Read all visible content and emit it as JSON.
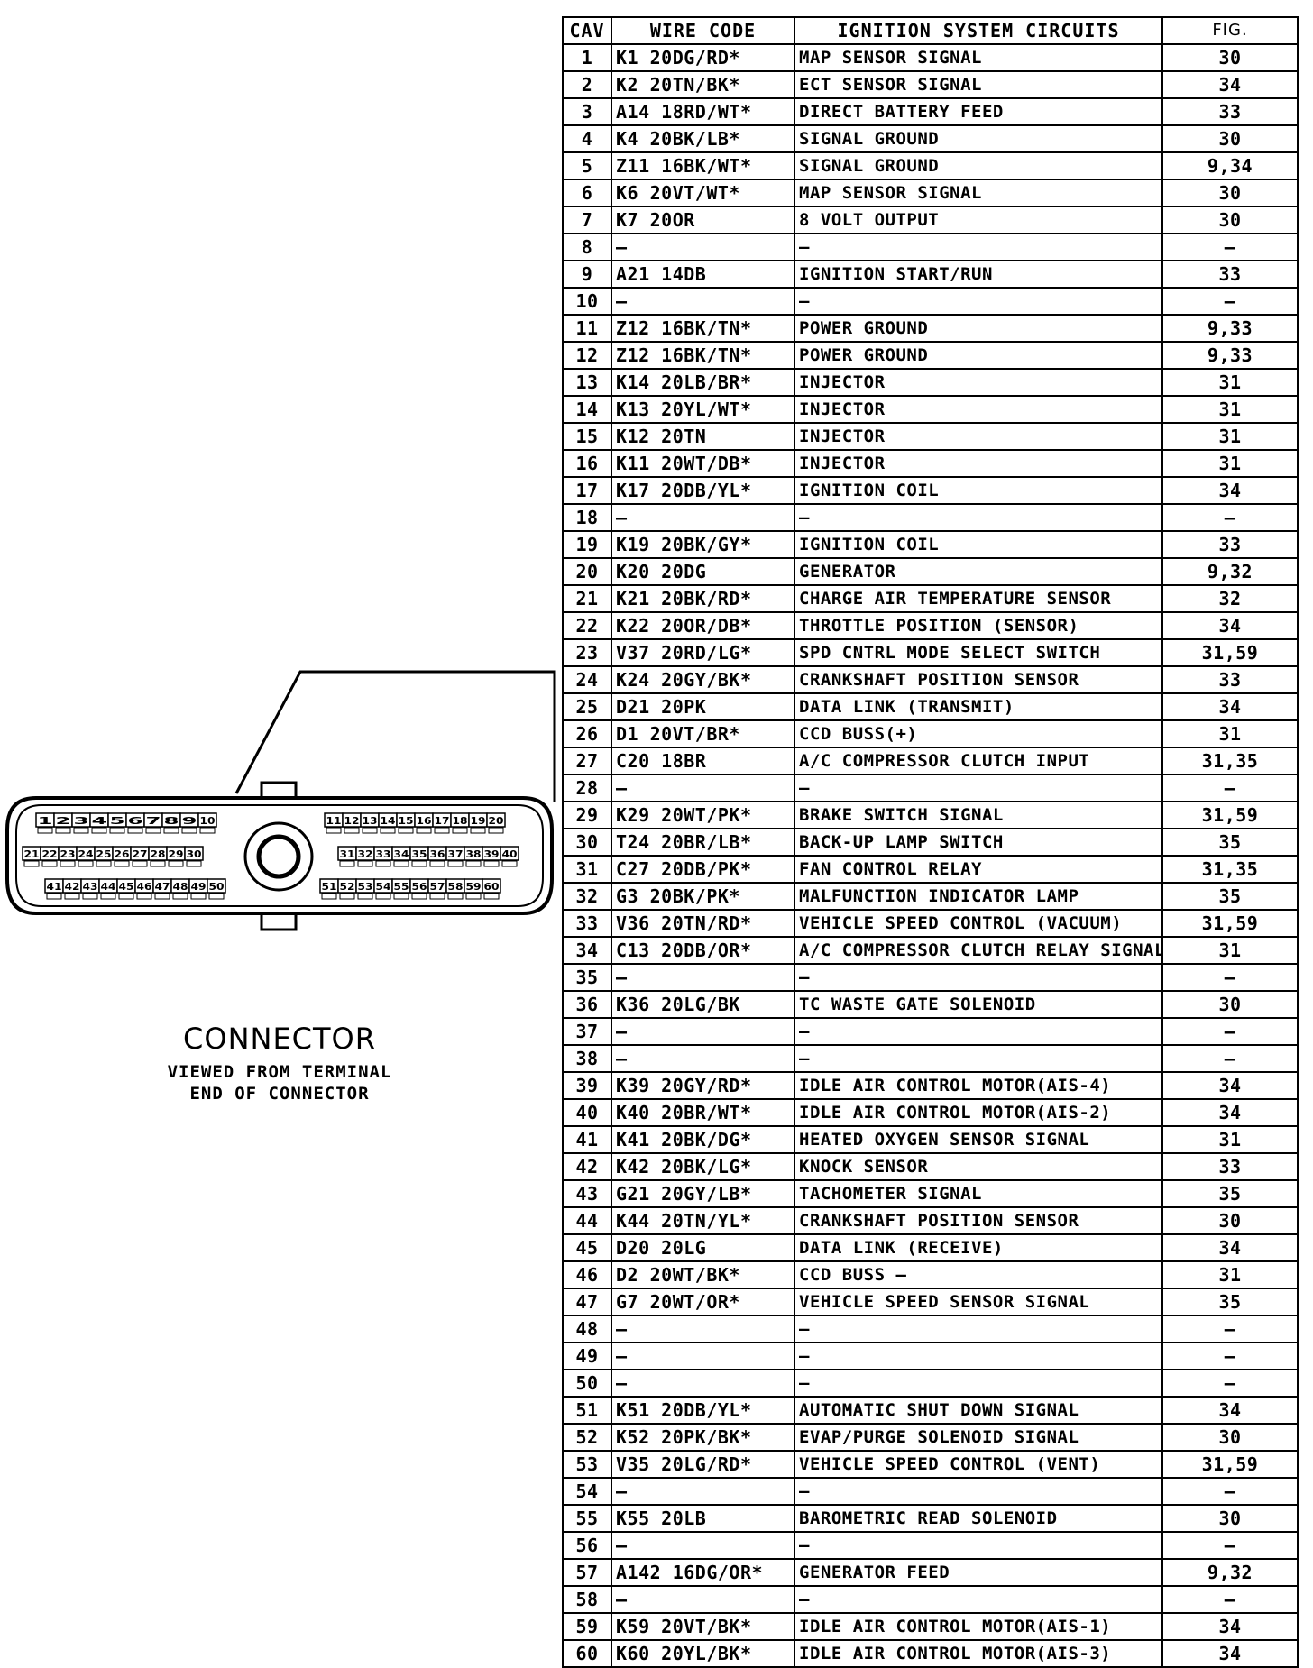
{
  "table": {
    "headers": {
      "cav": "CAV",
      "wire_code": "WIRE CODE",
      "circuit": "IGNITION SYSTEM CIRCUITS",
      "fig": "FIG."
    },
    "rows": [
      {
        "cav": "1",
        "wire": "K1 20DG/RD*",
        "circuit": "MAP SENSOR SIGNAL",
        "fig": "30"
      },
      {
        "cav": "2",
        "wire": "K2 20TN/BK*",
        "circuit": "ECT SENSOR SIGNAL",
        "fig": "34"
      },
      {
        "cav": "3",
        "wire": "A14 18RD/WT*",
        "circuit": "DIRECT BATTERY FEED",
        "fig": "33"
      },
      {
        "cav": "4",
        "wire": "K4 20BK/LB*",
        "circuit": "SIGNAL GROUND",
        "fig": "30"
      },
      {
        "cav": "5",
        "wire": "Z11 16BK/WT*",
        "circuit": "SIGNAL GROUND",
        "fig": "9,34"
      },
      {
        "cav": "6",
        "wire": "K6 20VT/WT*",
        "circuit": "MAP SENSOR SIGNAL",
        "fig": "30"
      },
      {
        "cav": "7",
        "wire": "K7 20OR",
        "circuit": "8 VOLT OUTPUT",
        "fig": "30"
      },
      {
        "cav": "8",
        "wire": "—",
        "circuit": "—",
        "fig": "—"
      },
      {
        "cav": "9",
        "wire": "A21 14DB",
        "circuit": "IGNITION START/RUN",
        "fig": "33"
      },
      {
        "cav": "10",
        "wire": "—",
        "circuit": "—",
        "fig": "—"
      },
      {
        "cav": "11",
        "wire": "Z12 16BK/TN*",
        "circuit": "POWER GROUND",
        "fig": "9,33"
      },
      {
        "cav": "12",
        "wire": "Z12 16BK/TN*",
        "circuit": "POWER GROUND",
        "fig": "9,33"
      },
      {
        "cav": "13",
        "wire": "K14 20LB/BR*",
        "circuit": "INJECTOR",
        "fig": "31"
      },
      {
        "cav": "14",
        "wire": "K13 20YL/WT*",
        "circuit": "INJECTOR",
        "fig": "31"
      },
      {
        "cav": "15",
        "wire": "K12 20TN",
        "circuit": "INJECTOR",
        "fig": "31"
      },
      {
        "cav": "16",
        "wire": "K11 20WT/DB*",
        "circuit": "INJECTOR",
        "fig": "31"
      },
      {
        "cav": "17",
        "wire": "K17 20DB/YL*",
        "circuit": "IGNITION COIL",
        "fig": "34"
      },
      {
        "cav": "18",
        "wire": "—",
        "circuit": "—",
        "fig": "—"
      },
      {
        "cav": "19",
        "wire": "K19 20BK/GY*",
        "circuit": "IGNITION COIL",
        "fig": "33"
      },
      {
        "cav": "20",
        "wire": "K20 20DG",
        "circuit": "GENERATOR",
        "fig": "9,32"
      },
      {
        "cav": "21",
        "wire": "K21 20BK/RD*",
        "circuit": "CHARGE AIR TEMPERATURE SENSOR",
        "fig": "32"
      },
      {
        "cav": "22",
        "wire": "K22 20OR/DB*",
        "circuit": "THROTTLE POSITION (SENSOR)",
        "fig": "34"
      },
      {
        "cav": "23",
        "wire": "V37 20RD/LG*",
        "circuit": "SPD CNTRL MODE SELECT SWITCH",
        "fig": "31,59"
      },
      {
        "cav": "24",
        "wire": "K24 20GY/BK*",
        "circuit": "CRANKSHAFT POSITION SENSOR",
        "fig": "33"
      },
      {
        "cav": "25",
        "wire": "D21 20PK",
        "circuit": "DATA LINK (TRANSMIT)",
        "fig": "34"
      },
      {
        "cav": "26",
        "wire": "D1 20VT/BR*",
        "circuit": "CCD BUSS(+)",
        "fig": "31"
      },
      {
        "cav": "27",
        "wire": "C20 18BR",
        "circuit": "A/C COMPRESSOR CLUTCH INPUT",
        "fig": "31,35"
      },
      {
        "cav": "28",
        "wire": "—",
        "circuit": "—",
        "fig": "—"
      },
      {
        "cav": "29",
        "wire": "K29 20WT/PK*",
        "circuit": "BRAKE SWITCH SIGNAL",
        "fig": "31,59"
      },
      {
        "cav": "30",
        "wire": "T24 20BR/LB*",
        "circuit": "BACK-UP LAMP SWITCH",
        "fig": "35"
      },
      {
        "cav": "31",
        "wire": "C27 20DB/PK*",
        "circuit": "FAN CONTROL RELAY",
        "fig": "31,35"
      },
      {
        "cav": "32",
        "wire": "G3 20BK/PK*",
        "circuit": "MALFUNCTION INDICATOR LAMP",
        "fig": "35"
      },
      {
        "cav": "33",
        "wire": "V36 20TN/RD*",
        "circuit": "VEHICLE SPEED CONTROL (VACUUM)",
        "fig": "31,59"
      },
      {
        "cav": "34",
        "wire": "C13 20DB/OR*",
        "circuit": "A/C COMPRESSOR CLUTCH RELAY SIGNAL",
        "fig": "31"
      },
      {
        "cav": "35",
        "wire": "—",
        "circuit": "—",
        "fig": "—"
      },
      {
        "cav": "36",
        "wire": "K36 20LG/BK",
        "circuit": "TC WASTE GATE SOLENOID",
        "fig": "30"
      },
      {
        "cav": "37",
        "wire": "—",
        "circuit": "—",
        "fig": "—"
      },
      {
        "cav": "38",
        "wire": "—",
        "circuit": "—",
        "fig": "—"
      },
      {
        "cav": "39",
        "wire": "K39 20GY/RD*",
        "circuit": "IDLE AIR CONTROL MOTOR(AIS-4)",
        "fig": "34"
      },
      {
        "cav": "40",
        "wire": "K40 20BR/WT*",
        "circuit": "IDLE AIR CONTROL MOTOR(AIS-2)",
        "fig": "34"
      },
      {
        "cav": "41",
        "wire": "K41 20BK/DG*",
        "circuit": "HEATED OXYGEN SENSOR SIGNAL",
        "fig": "31"
      },
      {
        "cav": "42",
        "wire": "K42 20BK/LG*",
        "circuit": "KNOCK SENSOR",
        "fig": "33"
      },
      {
        "cav": "43",
        "wire": "G21 20GY/LB*",
        "circuit": "TACHOMETER SIGNAL",
        "fig": "35"
      },
      {
        "cav": "44",
        "wire": "K44 20TN/YL*",
        "circuit": "CRANKSHAFT POSITION SENSOR",
        "fig": "30"
      },
      {
        "cav": "45",
        "wire": "D20 20LG",
        "circuit": "DATA LINK (RECEIVE)",
        "fig": "34"
      },
      {
        "cav": "46",
        "wire": "D2 20WT/BK*",
        "circuit": "CCD BUSS —",
        "fig": "31"
      },
      {
        "cav": "47",
        "wire": "G7 20WT/OR*",
        "circuit": "VEHICLE SPEED SENSOR SIGNAL",
        "fig": "35"
      },
      {
        "cav": "48",
        "wire": "—",
        "circuit": "—",
        "fig": "—"
      },
      {
        "cav": "49",
        "wire": "—",
        "circuit": "—",
        "fig": "—"
      },
      {
        "cav": "50",
        "wire": "—",
        "circuit": "—",
        "fig": "—"
      },
      {
        "cav": "51",
        "wire": "K51 20DB/YL*",
        "circuit": "AUTOMATIC SHUT DOWN SIGNAL",
        "fig": "34"
      },
      {
        "cav": "52",
        "wire": "K52 20PK/BK*",
        "circuit": "EVAP/PURGE SOLENOID SIGNAL",
        "fig": "30"
      },
      {
        "cav": "53",
        "wire": "V35 20LG/RD*",
        "circuit": "VEHICLE SPEED CONTROL (VENT)",
        "fig": "31,59"
      },
      {
        "cav": "54",
        "wire": "—",
        "circuit": "—",
        "fig": "—"
      },
      {
        "cav": "55",
        "wire": "K55 20LB",
        "circuit": "BAROMETRIC READ SOLENOID",
        "fig": "30"
      },
      {
        "cav": "56",
        "wire": "—",
        "circuit": "—",
        "fig": "—"
      },
      {
        "cav": "57",
        "wire": "A142 16DG/OR*",
        "circuit": "GENERATOR FEED",
        "fig": "9,32"
      },
      {
        "cav": "58",
        "wire": "—",
        "circuit": "—",
        "fig": "—"
      },
      {
        "cav": "59",
        "wire": "K59 20VT/BK*",
        "circuit": "IDLE AIR CONTROL MOTOR(AIS-1)",
        "fig": "34"
      },
      {
        "cav": "60",
        "wire": "K60 20YL/BK*",
        "circuit": "IDLE AIR CONTROL MOTOR(AIS-3)",
        "fig": "34"
      }
    ]
  },
  "connector": {
    "title": "CONNECTOR",
    "subtitle_line1": "VIEWED FROM TERMINAL",
    "subtitle_line2": "END OF CONNECTOR",
    "left_pin_rows": [
      [
        "1",
        "2",
        "3",
        "4",
        "5",
        "6",
        "7",
        "8",
        "9",
        "10"
      ],
      [
        "21",
        "22",
        "23",
        "24",
        "25",
        "26",
        "27",
        "28",
        "29",
        "30"
      ],
      [
        "41",
        "42",
        "43",
        "44",
        "45",
        "46",
        "47",
        "48",
        "49",
        "50"
      ]
    ],
    "right_pin_rows": [
      [
        "11",
        "12",
        "13",
        "14",
        "15",
        "16",
        "17",
        "18",
        "19",
        "20"
      ],
      [
        "31",
        "32",
        "33",
        "34",
        "35",
        "36",
        "37",
        "38",
        "39",
        "40"
      ],
      [
        "51",
        "52",
        "53",
        "54",
        "55",
        "56",
        "57",
        "58",
        "59",
        "60"
      ]
    ]
  }
}
